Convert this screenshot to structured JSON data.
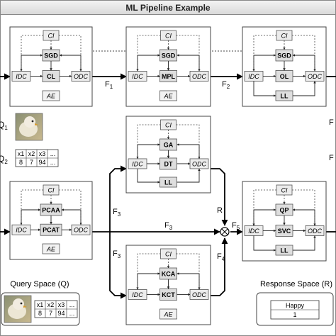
{
  "title": "ML Pipeline Example",
  "flow_labels": {
    "f1": "F",
    "f1_sub": "1",
    "f2": "F",
    "f2_sub": "2",
    "f3a": "F",
    "f3a_sub": "3",
    "f3b": "F",
    "f3b_sub": "3",
    "f3c": "F",
    "f3c_sub": "3",
    "f4": "F",
    "f4_sub": "4",
    "f5": "F",
    "f5_sub": "5",
    "r": "R"
  },
  "queries": {
    "q1": "Q",
    "q1_sub": "1",
    "q2": "Q",
    "q2_sub": "2"
  },
  "table_cells": {
    "h1": "x1",
    "h2": "x2",
    "h3": "x3",
    "h4": "...",
    "v1": "8",
    "v2": "7",
    "v3": "94",
    "v4": "..."
  },
  "blocks": {
    "b1": {
      "ci": "CI",
      "top": "SGD",
      "mid": "CL",
      "ae": "AE",
      "idc": "IDC",
      "odc": "ODC"
    },
    "b2": {
      "ci": "CI",
      "top": "SGD",
      "mid": "MPL",
      "ae": "AE",
      "idc": "IDC",
      "odc": "ODC"
    },
    "b3": {
      "ci": "CI",
      "top": "SGD",
      "mid": "OL",
      "bot": "LL",
      "idc": "IDC",
      "odc": "ODC"
    },
    "b4": {
      "ci": "CI",
      "top": "GA",
      "mid": "DT",
      "bot": "LL",
      "idc": "IDC",
      "odc": "ODC"
    },
    "b5": {
      "ci": "CI",
      "top": "PCAA",
      "mid": "PCAT",
      "ae": "AE",
      "idc": "IDC",
      "odc": "ODC"
    },
    "b6": {
      "ci": "CI",
      "top": "QP",
      "mid": "SVC",
      "bot": "LL",
      "idc": "IDC",
      "odc": "ODC"
    },
    "b7": {
      "ci": "CI",
      "top": "KCA",
      "mid": "KCT",
      "ae": "AE",
      "idc": "IDC",
      "odc": "ODC"
    }
  },
  "query_space": {
    "label": "Query Space (Q)"
  },
  "response_space": {
    "label": "Response Space (R)",
    "class": "Happy",
    "value": "1"
  }
}
